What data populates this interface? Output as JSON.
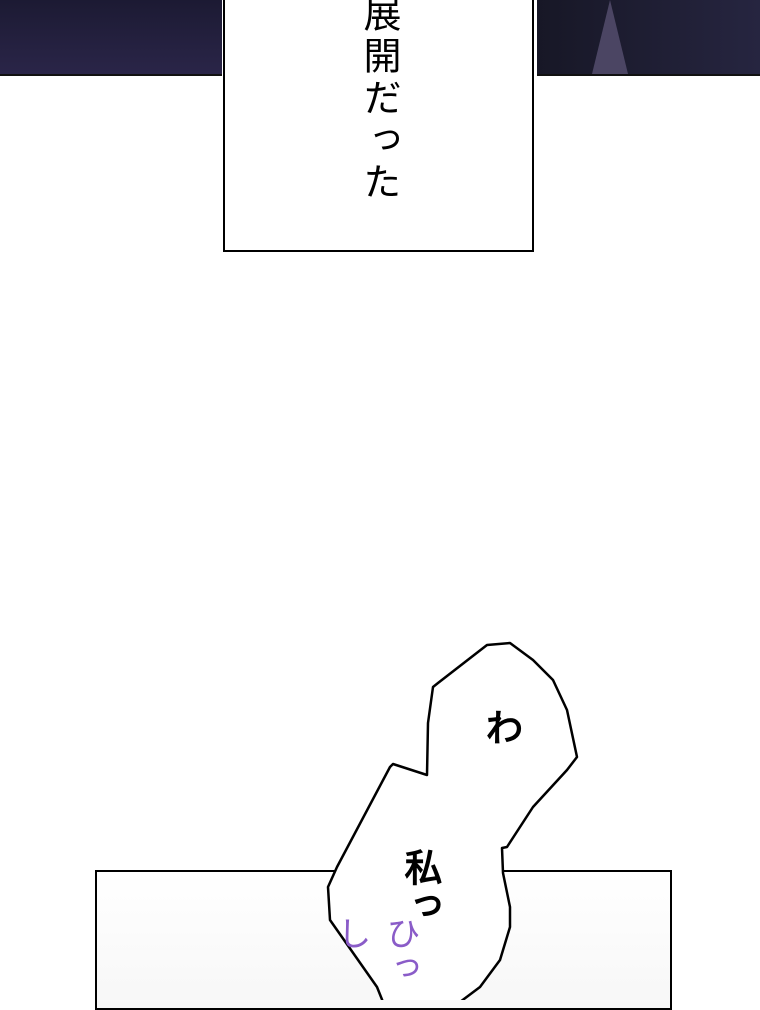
{
  "caption": {
    "text": "展開だった"
  },
  "speech_bubble": {
    "line1": "わ",
    "line2": "私っ"
  },
  "sfx": {
    "text": "ひっし",
    "color": "#8a5cc8"
  },
  "colors": {
    "night_sky": "#221f3d",
    "border": "#000000"
  }
}
